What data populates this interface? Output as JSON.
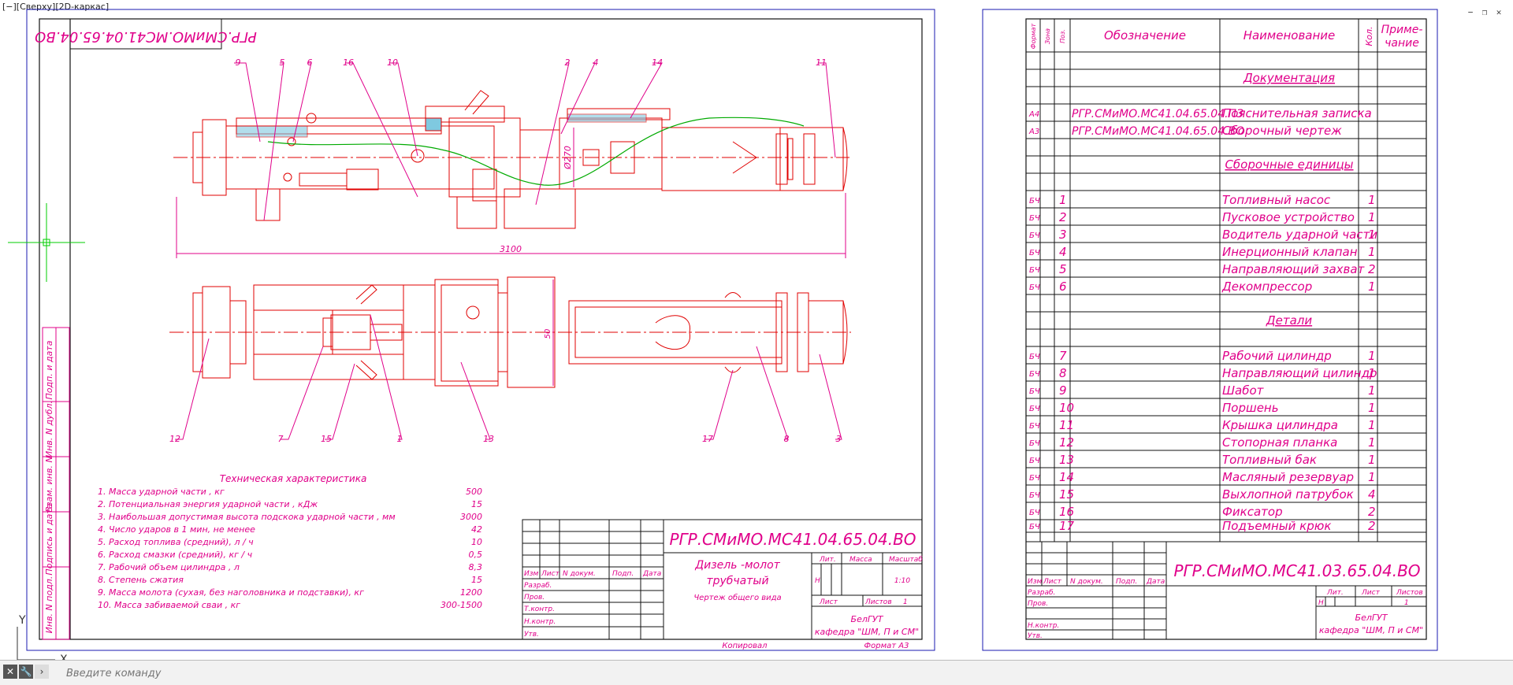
{
  "viewport_label": "[−][Сверху][2D-каркас]",
  "window_controls": [
    "−",
    "❐",
    "✕"
  ],
  "command": {
    "placeholder": "Введите команду"
  },
  "ucs": {
    "y": "Y",
    "x": "X"
  },
  "colors": {
    "frame": "#1a1ab0",
    "drawing": "#e00000",
    "text": "#e0008a",
    "section": "#00aa00",
    "cursor": "#00cc00"
  },
  "sheet1": {
    "stamp_mirror": "РГР.СМиМО.МС41.04.65.04.ВО",
    "callouts_top": [
      "9",
      "5",
      "6",
      "16",
      "10",
      "2",
      "4",
      "14",
      "11"
    ],
    "callouts_bottom": [
      "12",
      "7",
      "15",
      "1",
      "13",
      "17",
      "8",
      "3"
    ],
    "dim_length": "3100",
    "dim_diameter": "Ø270",
    "dim_width": "50",
    "spec_title": "Техническая характеристика",
    "specs": [
      {
        "label": "1. Масса ударной части , кг",
        "value": "500"
      },
      {
        "label": "2. Потенциальная энергия ударной части , кДж",
        "value": "15"
      },
      {
        "label": "3. Наибольшая допустимая высота подскока ударной части , мм",
        "value": "3000"
      },
      {
        "label": "4. Число ударов в 1 мин, не менее",
        "value": "42"
      },
      {
        "label": "5. Расход топлива (средний), л / ч",
        "value": "10"
      },
      {
        "label": "6. Расход смазки (средний), кг / ч",
        "value": "0,5"
      },
      {
        "label": "7. Рабочий объем цилиндра , л",
        "value": "8,3"
      },
      {
        "label": "8. Степень сжатия",
        "value": "15"
      },
      {
        "label": "9. Масса молота (сухая, без наголовника и подставки), кг",
        "value": "1200"
      },
      {
        "label": "10. Масса забиваемой сваи , кг",
        "value": "300-1500"
      }
    ],
    "side_labels": [
      "Инв. N подл.",
      "Подпись и дата",
      "Взам. инв. N",
      "Инв. N дубл.",
      "Подп. и дата"
    ],
    "title_block": {
      "code": "РГР.СМиМО.МС41.04.65.04.ВО",
      "name1": "Дизель -молот",
      "name2": "трубчатый",
      "name3": "Чертеж общего вида",
      "hdr": [
        "Изм",
        "Лист",
        "N докум.",
        "Подп.",
        "Дата"
      ],
      "roles": [
        "Разраб.",
        "Пров.",
        "Т.контр.",
        "",
        "Н.контр.",
        "Утв."
      ],
      "lit": "Лит.",
      "mass": "Масса",
      "scale": "Масштаб",
      "lit_val": "Н",
      "scale_val": "1:10",
      "sheet": "Лист",
      "sheets": "Листов",
      "sheets_val": "1",
      "org1": "БелГУТ",
      "org2": "кафедра \"ШМ, П и СМ\"",
      "copied": "Копировал",
      "format": "Формат А3"
    }
  },
  "sheet2": {
    "headers": {
      "format": "Формат",
      "zone": "Зона",
      "pos": "Поз.",
      "designation": "Обозначение",
      "name": "Наименование",
      "qty": "Кол.",
      "note1": "Приме-",
      "note2": "чание"
    },
    "sec_docs": "Документация",
    "docs": [
      {
        "fmt": "А4",
        "designation": "РГР.СМиМО.МС41.04.65.04.ПЗ",
        "name": "Пояснительная записка"
      },
      {
        "fmt": "А3",
        "designation": "РГР.СМиМО.МС41.04.65.04.ВО",
        "name": "Сборочный чертеж"
      }
    ],
    "sec_assemblies": "Сборочные единицы",
    "assemblies": [
      {
        "fmt": "БЧ",
        "pos": "1",
        "name": "Топливный насос",
        "qty": "1"
      },
      {
        "fmt": "БЧ",
        "pos": "2",
        "name": "Пусковое устройство",
        "qty": "1"
      },
      {
        "fmt": "БЧ",
        "pos": "3",
        "name": "Водитель ударной части",
        "qty": "1"
      },
      {
        "fmt": "БЧ",
        "pos": "4",
        "name": "Инерционный клапан",
        "qty": "1"
      },
      {
        "fmt": "БЧ",
        "pos": "5",
        "name": "Направляющий захват",
        "qty": "2"
      },
      {
        "fmt": "БЧ",
        "pos": "6",
        "name": "Декомпрессор",
        "qty": "1"
      }
    ],
    "sec_parts": "Детали",
    "parts": [
      {
        "fmt": "БЧ",
        "pos": "7",
        "name": "Рабочий цилиндр",
        "qty": "1"
      },
      {
        "fmt": "БЧ",
        "pos": "8",
        "name": "Направляющий цилиндр",
        "qty": "1"
      },
      {
        "fmt": "БЧ",
        "pos": "9",
        "name": "Шабот",
        "qty": "1"
      },
      {
        "fmt": "БЧ",
        "pos": "10",
        "name": "Поршень",
        "qty": "1"
      },
      {
        "fmt": "БЧ",
        "pos": "11",
        "name": "Крышка цилиндра",
        "qty": "1"
      },
      {
        "fmt": "БЧ",
        "pos": "12",
        "name": "Стопорная планка",
        "qty": "1"
      },
      {
        "fmt": "БЧ",
        "pos": "13",
        "name": "Топливный бак",
        "qty": "1"
      },
      {
        "fmt": "БЧ",
        "pos": "14",
        "name": "Масляный резервуар",
        "qty": "1"
      },
      {
        "fmt": "БЧ",
        "pos": "15",
        "name": "Выхлопной патрубок",
        "qty": "4"
      },
      {
        "fmt": "БЧ",
        "pos": "16",
        "name": "Фиксатор",
        "qty": "2"
      },
      {
        "fmt": "БЧ",
        "pos": "17",
        "name": "Подъемный крюк",
        "qty": "2"
      }
    ],
    "title_block": {
      "code": "РГР.СМиМО.МС41.03.65.04.ВО",
      "hdr": [
        "Изм",
        "Лист",
        "N докум.",
        "Подп.",
        "Дата"
      ],
      "roles": [
        "Разраб.",
        "Пров.",
        "",
        "",
        "Н.контр.",
        "Утв."
      ],
      "lit": "Лит.",
      "sheet": "Лист",
      "sheets": "Листов",
      "lit_val": "Н",
      "sheets_val": "1",
      "org1": "БелГУТ",
      "org2": "кафедра \"ШМ, П и СМ\""
    }
  }
}
